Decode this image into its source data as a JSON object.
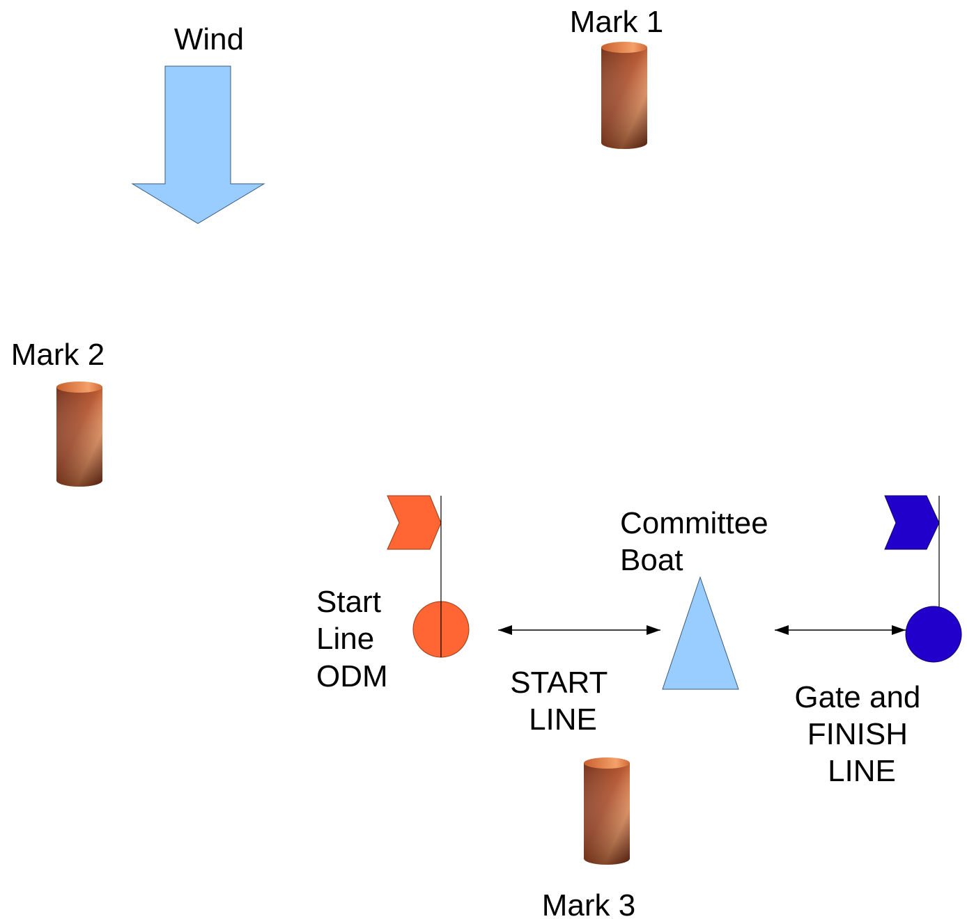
{
  "labels": {
    "wind": "Wind",
    "mark1": "Mark 1",
    "mark2": "Mark 2",
    "mark3": "Mark 3",
    "committee_boat": [
      "Committee",
      "Boat"
    ],
    "start_line_odm": [
      "Start",
      "Line",
      "ODM"
    ],
    "start_line": [
      "START",
      "LINE"
    ],
    "gate_finish": [
      "Gate and",
      "FINISH",
      "LINE"
    ]
  },
  "colors": {
    "wind_arrow": "#99ccff",
    "committee_boat": "#99ccff",
    "odm_flag": "#ff6633",
    "finish_flag": "#2200cc",
    "buoy_dark": "#5a2410",
    "buoy_mid": "#b84d22",
    "buoy_light": "#f2985e",
    "line": "#000000"
  }
}
